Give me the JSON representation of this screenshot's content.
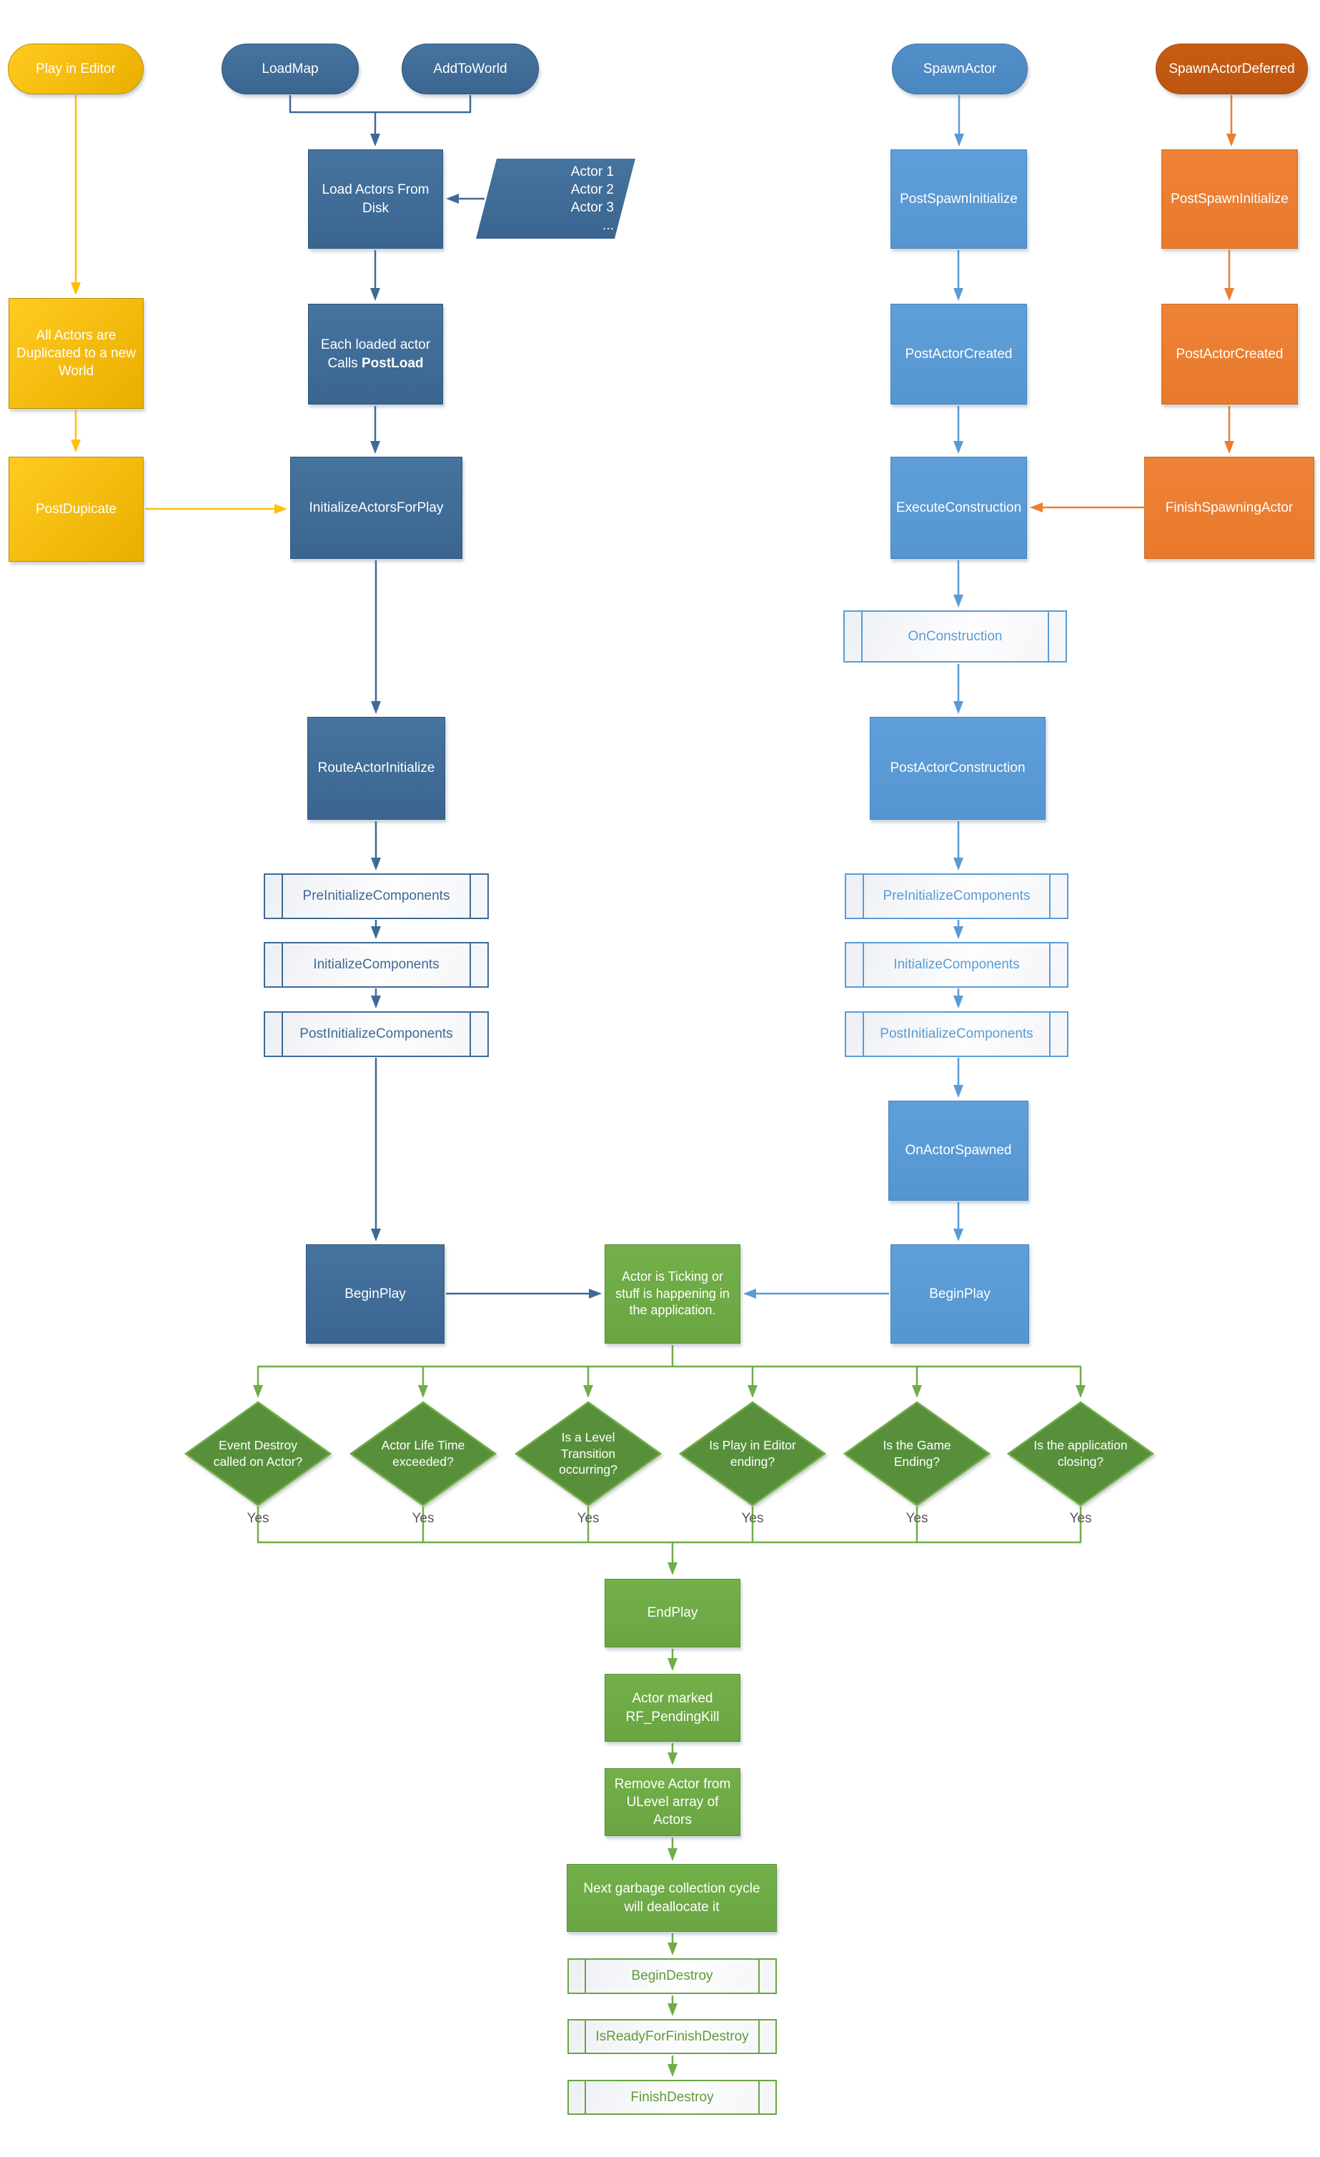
{
  "colors": {
    "dark_blue": "#3e6a96",
    "light_blue": "#5b9bd5",
    "medium_blue": "#4e8bc6",
    "orange": "#ed7d31",
    "dark_orange": "#c45911",
    "yellow": "#ffc000",
    "green": "#70ad47",
    "dark_green_diamond": "#578f3b",
    "yes_text": "#595959"
  },
  "nodes": {
    "play_in_editor": "Play in Editor",
    "load_map": "LoadMap",
    "add_to_world": "AddToWorld",
    "spawn_actor": "SpawnActor",
    "spawn_actor_deferred": "SpawnActorDeferred",
    "load_actors_from_disk": "Load Actors From Disk",
    "actor_list": "Actor 1\nActor 2\nActor 3\n...",
    "all_actors_duplicated": "All Actors are Duplicated to a new World",
    "each_loaded_actor": {
      "line1": "Each loaded actor",
      "line2_prefix": "Calls ",
      "line2_bold": "PostLoad"
    },
    "post_dupicate": "PostDupicate",
    "initialize_actors_for_play": "InitializeActorsForPlay",
    "route_actor_initialize": "RouteActorInitialize",
    "pre_initialize_components_left": "PreInitializeComponents",
    "initialize_components_left": "InitializeComponents",
    "post_initialize_components_left": "PostInitializeComponents",
    "begin_play_left": "BeginPlay",
    "post_spawn_initialize": "PostSpawnInitialize",
    "post_actor_created": "PostActorCreated",
    "execute_construction": "ExecuteConstruction",
    "on_construction": "OnConstruction",
    "post_actor_construction": "PostActorConstruction",
    "pre_initialize_components_right": "PreInitializeComponents",
    "initialize_components_right": "InitializeComponents",
    "post_initialize_components_right": "PostInitializeComponents",
    "on_actor_spawned": "OnActorSpawned",
    "begin_play_right": "BeginPlay",
    "post_spawn_initialize_deferred": "PostSpawnInitialize",
    "post_actor_created_deferred": "PostActorCreated",
    "finish_spawning_actor": "FinishSpawningActor",
    "actor_is_ticking": "Actor is Ticking or stuff is happening in the application.",
    "end_play": "EndPlay",
    "actor_marked_pending_kill": "Actor marked RF_PendingKill",
    "remove_actor_from_ulevel": "Remove Actor from ULevel array of Actors",
    "next_garbage_collection": "Next garbage collection cycle will deallocate it",
    "begin_destroy": "BeginDestroy",
    "is_ready_for_finish_destroy": "IsReadyForFinishDestroy",
    "finish_destroy": "FinishDestroy"
  },
  "decisions": [
    {
      "label": "Event Destroy called on Actor?",
      "yes": "Yes"
    },
    {
      "label": "Actor Life Time exceeded?",
      "yes": "Yes"
    },
    {
      "label": "Is a Level Transition occurring?",
      "yes": "Yes"
    },
    {
      "label": "Is Play in Editor ending?",
      "yes": "Yes"
    },
    {
      "label": "Is the Game Ending?",
      "yes": "Yes"
    },
    {
      "label": "Is the application closing?",
      "yes": "Yes"
    }
  ]
}
